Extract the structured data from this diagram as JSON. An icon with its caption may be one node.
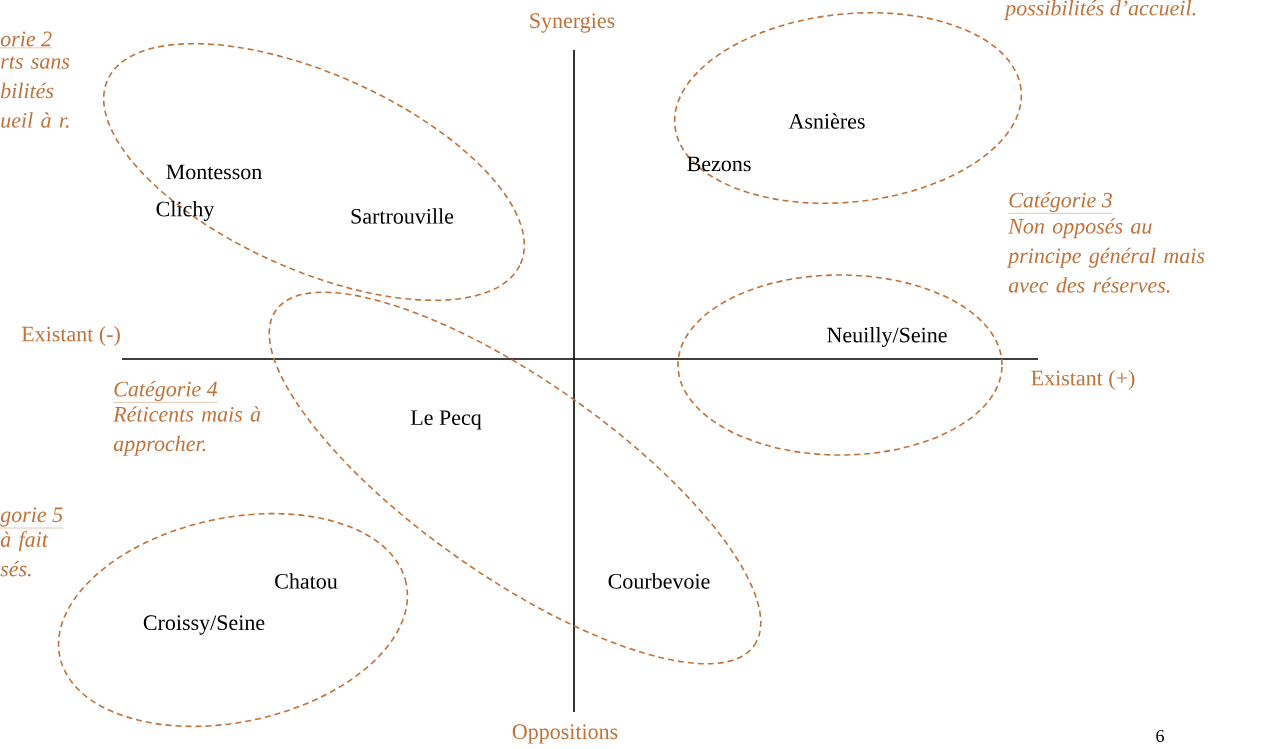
{
  "diagram": {
    "nodes": [
      {
        "text": [
          "Montesson",
          "Clichy",
          "Sartrouville"
        ]
      },
      {
        "text": [
          "Asnières",
          "Bezons"
        ]
      },
      {
        "text": [
          "Neuilly/Seine"
        ]
      },
      {
        "text": [
          "Le Pecq",
          "Courbevoie"
        ]
      },
      {
        "text": [
          "Chatou",
          "Croissy/Seine"
        ]
      }
    ],
    "edges": [],
    "labels": [
      "Synergies",
      "possibilités d’accueil.",
      "orie 2",
      "rts sans bilités ueil à r.",
      "Catégorie 3",
      "Non opposés au principe général mais avec des réserves.",
      "Existant (-)",
      "Existant (+)",
      "Catégorie 4",
      "Réticents mais à approcher.",
      "gorie 5",
      "à fait sés.",
      "Oppositions",
      "6"
    ]
  }
}
